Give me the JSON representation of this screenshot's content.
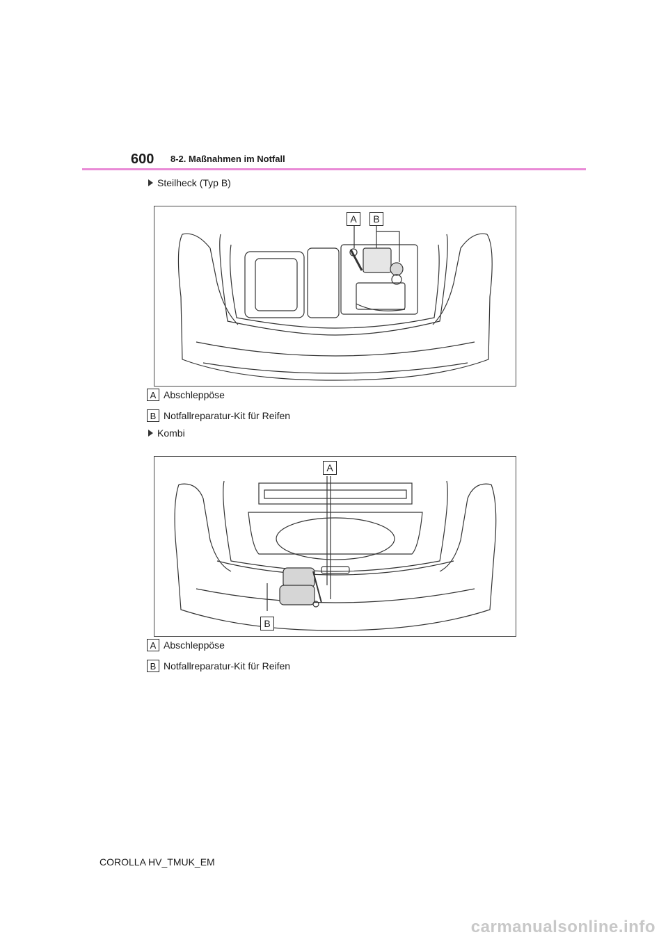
{
  "header": {
    "page_number": "600",
    "section": "8-2. Maßnahmen im Notfall"
  },
  "sections": [
    {
      "heading": "Steilheck (Typ B)",
      "callouts": [
        "A",
        "B"
      ],
      "legend": [
        {
          "key": "A",
          "text": "Abschleppöse"
        },
        {
          "key": "B",
          "text": "Notfallreparatur-Kit für Reifen"
        }
      ]
    },
    {
      "heading": "Kombi",
      "callouts": [
        "A",
        "B"
      ],
      "legend": [
        {
          "key": "A",
          "text": "Abschleppöse"
        },
        {
          "key": "B",
          "text": "Notfallreparatur-Kit für Reifen"
        }
      ]
    }
  ],
  "footer": {
    "model_code": "COROLLA HV_TMUK_EM"
  },
  "watermark": "carmanualsonline.info"
}
